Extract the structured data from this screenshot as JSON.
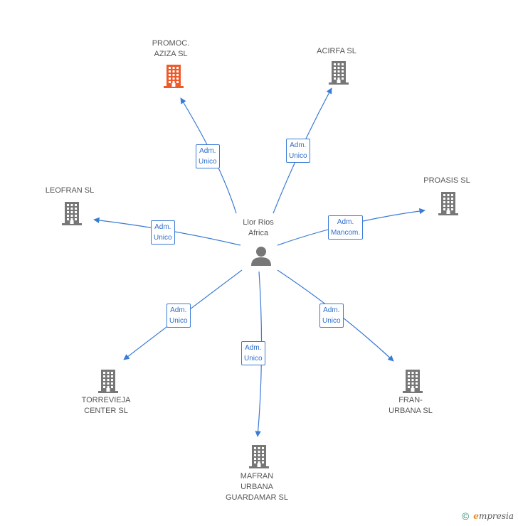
{
  "center": {
    "name": "Llor Rios\nAfrica"
  },
  "nodes": [
    {
      "id": "promoc",
      "label": "PROMOC.\nAZIZA SL",
      "highlight": true,
      "role": "Adm.\nUnico"
    },
    {
      "id": "acirfa",
      "label": "ACIRFA SL",
      "highlight": false,
      "role": "Adm.\nUnico"
    },
    {
      "id": "proasis",
      "label": "PROASIS SL",
      "highlight": false,
      "role": "Adm.\nMancom."
    },
    {
      "id": "leofran",
      "label": "LEOFRAN SL",
      "highlight": false,
      "role": "Adm.\nUnico"
    },
    {
      "id": "torrevieja",
      "label": "TORREVIEJA\nCENTER SL",
      "highlight": false,
      "role": "Adm.\nUnico"
    },
    {
      "id": "mafran",
      "label": "MAFRAN\nURBANA\nGUARDAMAR SL",
      "highlight": false,
      "role": "Adm.\nUnico"
    },
    {
      "id": "franurbana",
      "label": "FRAN-\nURBANA SL",
      "highlight": false,
      "role": "Adm.\nUnico"
    }
  ],
  "colors": {
    "edge": "#3a7bd5",
    "building": "#777777",
    "highlight": "#f05a28",
    "person": "#777777"
  },
  "footer": {
    "copyright": "©",
    "brand_initial": "e",
    "brand_rest": "mpresia"
  }
}
